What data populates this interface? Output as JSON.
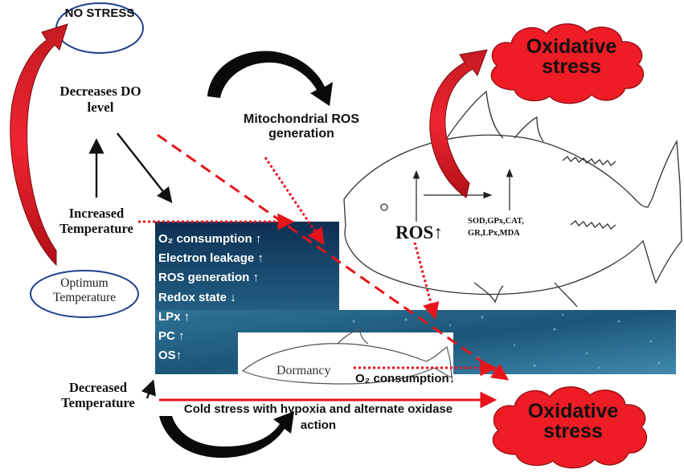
{
  "labels": {
    "no_stress": "NO STRESS",
    "decreases_do": "Decreases DO level",
    "mitochondrial_ros": "Mitochondrial ROS generation",
    "increased_temperature": "Increased Temperature",
    "optimum_temperature": "Optimum Temperature",
    "decreased_temperature": "Decreased Temperature",
    "ros": "ROS↑",
    "enzymes_line1": "SOD,GPx,CAT,",
    "enzymes_line2": "GR,LPx,MDA",
    "dormancy": "Dormancy",
    "o2_consumption_down": "O₂ consumption↓",
    "cold_stress": "Cold stress with hypoxia and alternate oxidase action",
    "oxidative_stress_top": "Oxidative stress",
    "oxidative_stress_bottom": "Oxidative stress"
  },
  "effects": [
    "O₂ consumption ↑",
    "Electron leakage ↑",
    "ROS generation ↑",
    "Redox state ↓",
    "LPx ↑",
    "PC  ↑",
    "OS↑"
  ],
  "colors": {
    "arrow_red": "#e8141b",
    "cloud_red": "#ee1c25",
    "water_dark": "#103a5e",
    "water_mid": "#2c6a8e",
    "ellipse_stroke": "#1f3f8f"
  }
}
